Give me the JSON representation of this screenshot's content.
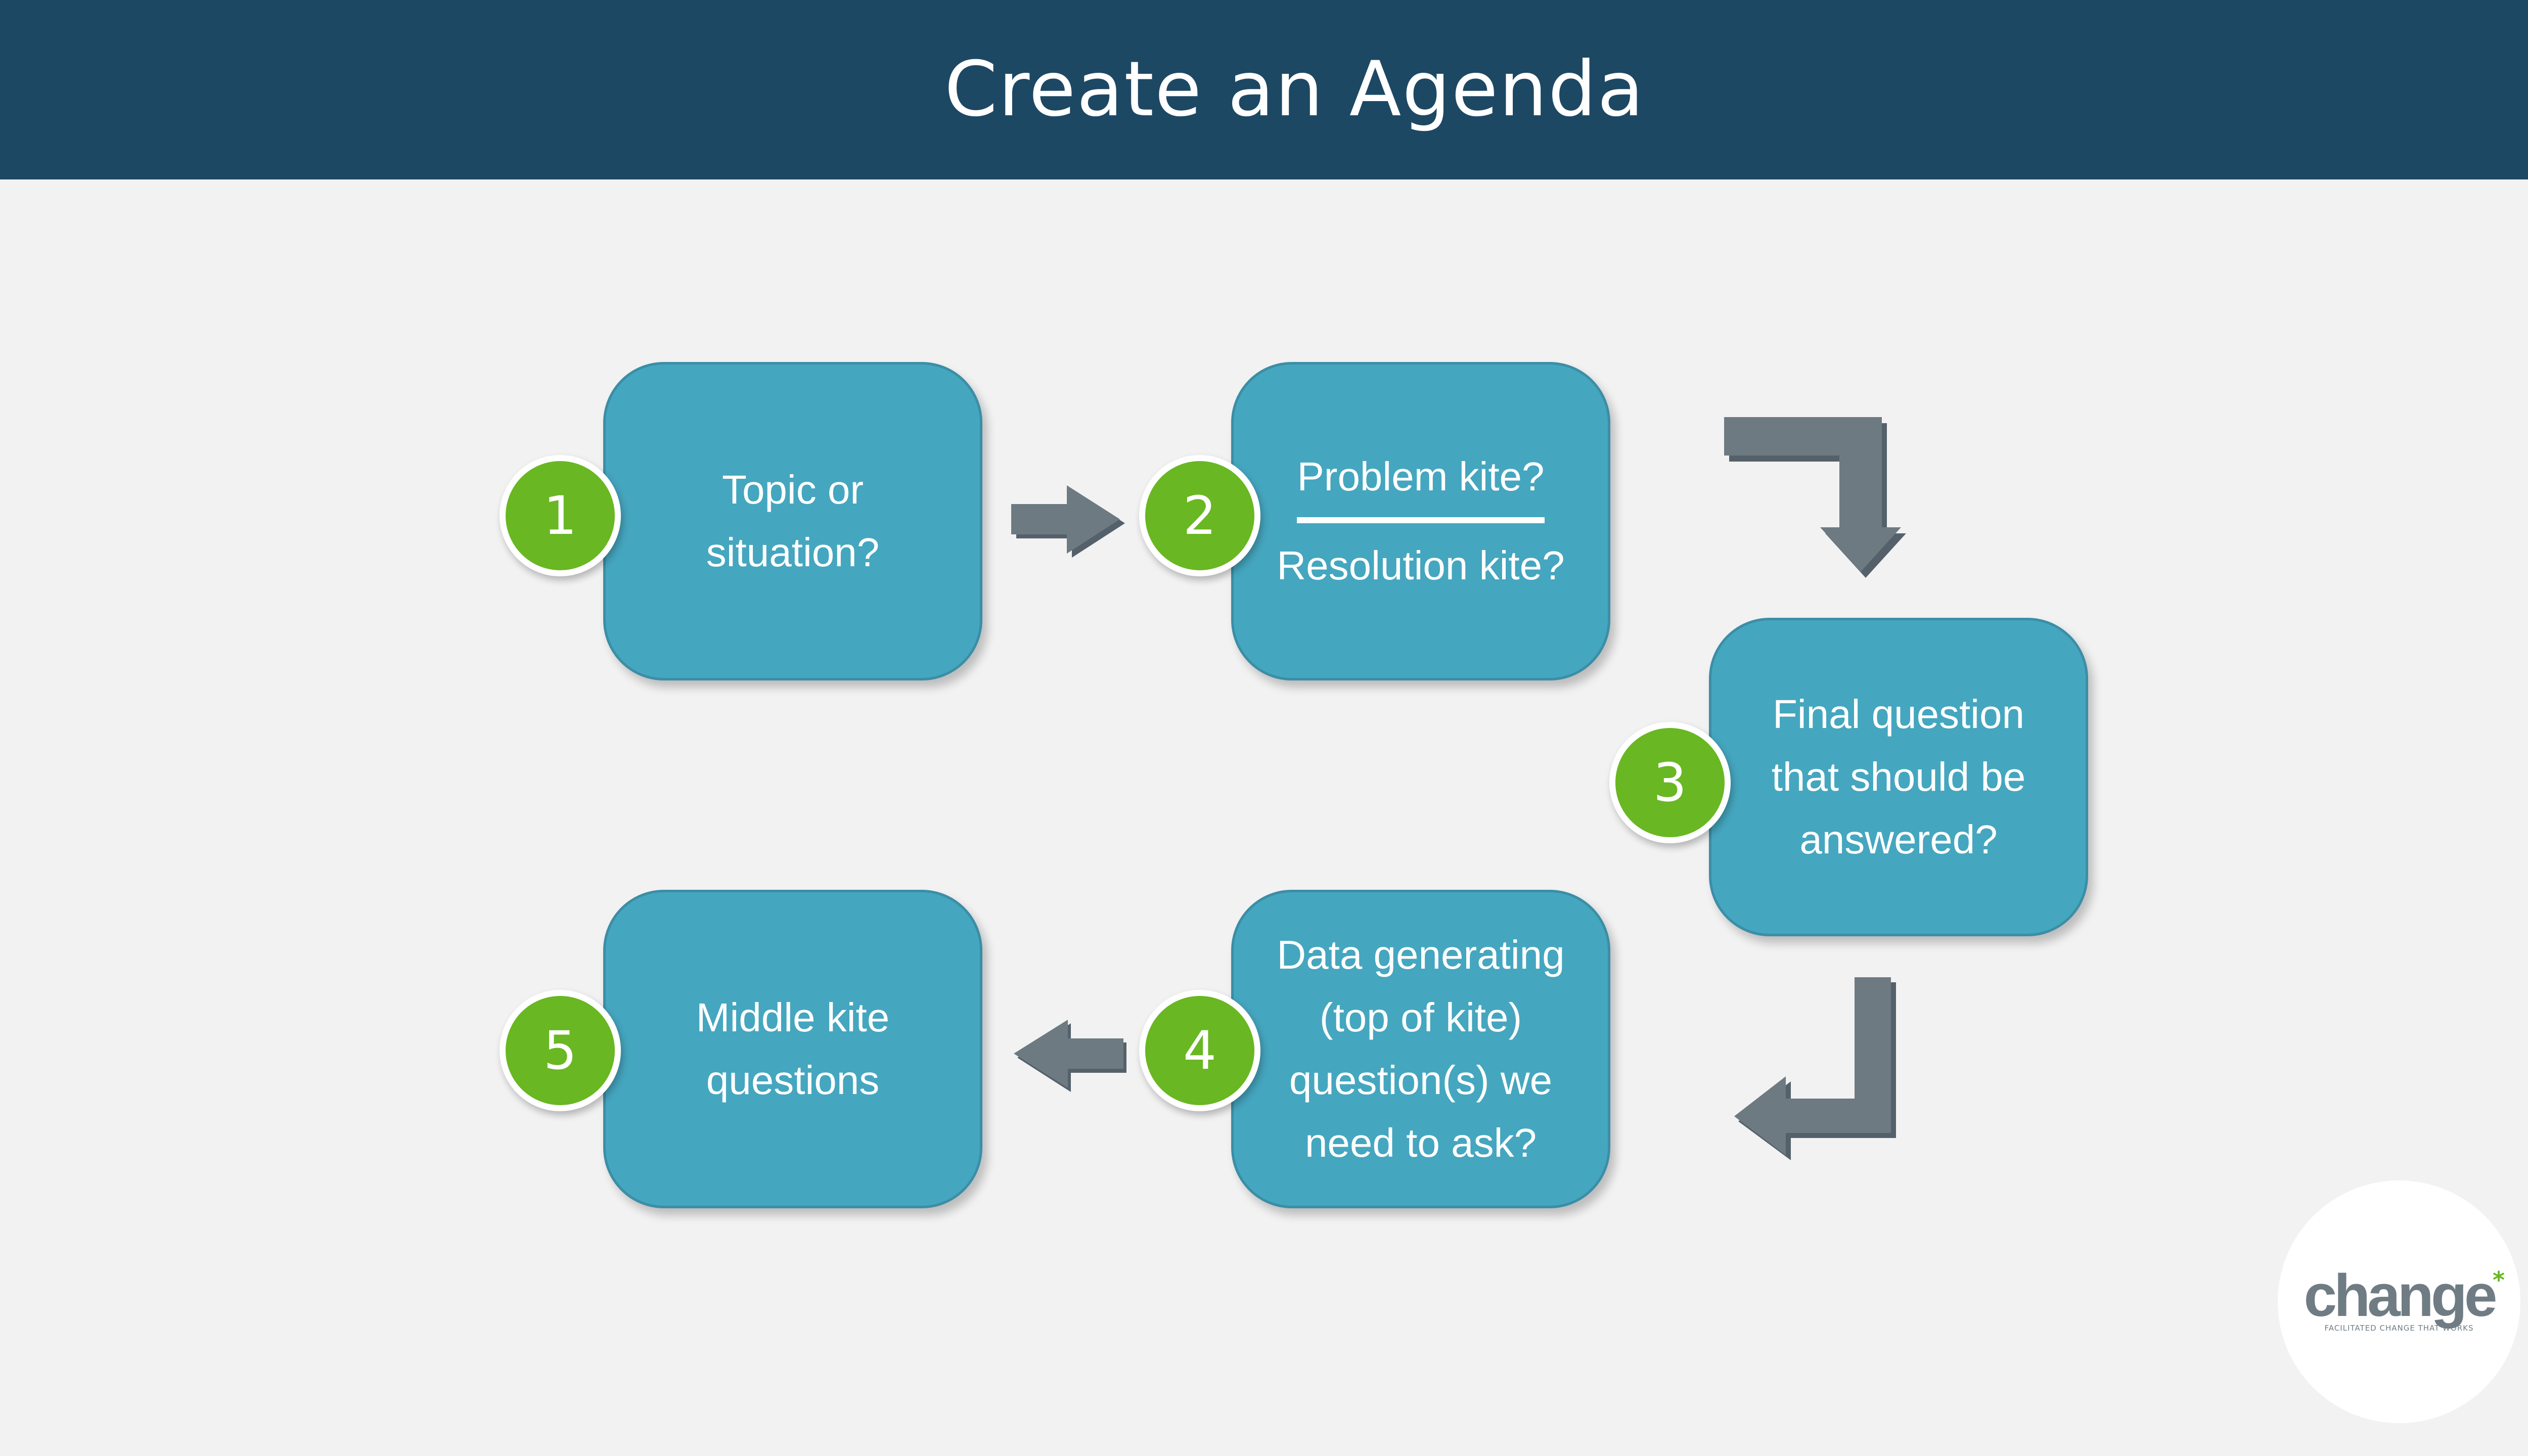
{
  "header": {
    "title": "Create an Agenda"
  },
  "steps": [
    {
      "number": "1",
      "lines": [
        "Topic or",
        "situation?"
      ]
    },
    {
      "number": "2",
      "top": "Problem kite?",
      "bottom": "Resolution kite?"
    },
    {
      "number": "3",
      "lines": [
        "Final question",
        "that should be",
        "answered?"
      ]
    },
    {
      "number": "4",
      "lines": [
        "Data generating",
        "(top of kite)",
        "question(s) we",
        "need to ask?"
      ]
    },
    {
      "number": "5",
      "lines": [
        "Middle kite",
        "questions"
      ]
    }
  ],
  "logo": {
    "wordmark": "change",
    "mark": "*",
    "tagline": "FACILITATED CHANGE THAT WORKS"
  },
  "colors": {
    "header": "#1d4864",
    "background": "#f2f2f2",
    "box": "#45a6bf",
    "badge": "#69b722",
    "arrow": "#6d7a82"
  }
}
